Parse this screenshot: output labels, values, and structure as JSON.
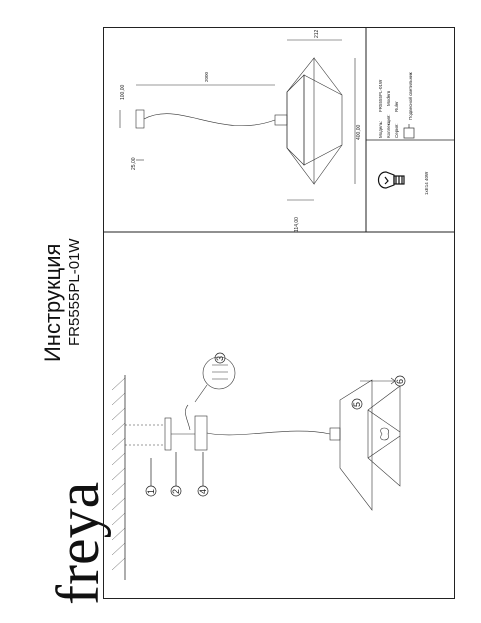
{
  "brand": {
    "logo_text": "freya"
  },
  "document": {
    "title": "Инструкция",
    "model": "FR5555PL-01W"
  },
  "steps": [
    "1",
    "2",
    "3",
    "4",
    "5",
    "6"
  ],
  "dimensions": {
    "top_height": "212",
    "cord_length": "2000",
    "canopy_width": "100,00",
    "canopy_height": "25,00",
    "shade_diameter": "400,00",
    "shade_height": "114,00"
  },
  "spec": {
    "model_label": "Модель:",
    "model_value": "FR5555PL-01W",
    "collection_label": "Коллекция:",
    "collection_value": "Modern",
    "series_label": "Серия:",
    "series_value": "Ruler",
    "type_value": "Подвесной светильник",
    "lamp_value": "1xE14 40W"
  }
}
